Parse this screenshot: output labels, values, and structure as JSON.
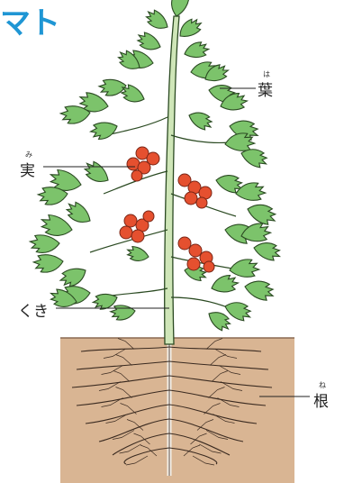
{
  "title": "マト",
  "labels": {
    "leaf": {
      "text": "葉",
      "ruby": "は"
    },
    "fruit": {
      "text": "実",
      "ruby": "み"
    },
    "stem": {
      "text": "くき"
    },
    "root": {
      "text": "根",
      "ruby": "ね"
    }
  },
  "colors": {
    "title": "#1f96d4",
    "leaf_fill": "#7cc36b",
    "leaf_stroke": "#2b4a22",
    "stem_fill": "#cfe6b8",
    "fruit": "#e5502f",
    "soil": "#d9b593",
    "soil_line": "#8a6a52",
    "root": "#3a2a20"
  }
}
